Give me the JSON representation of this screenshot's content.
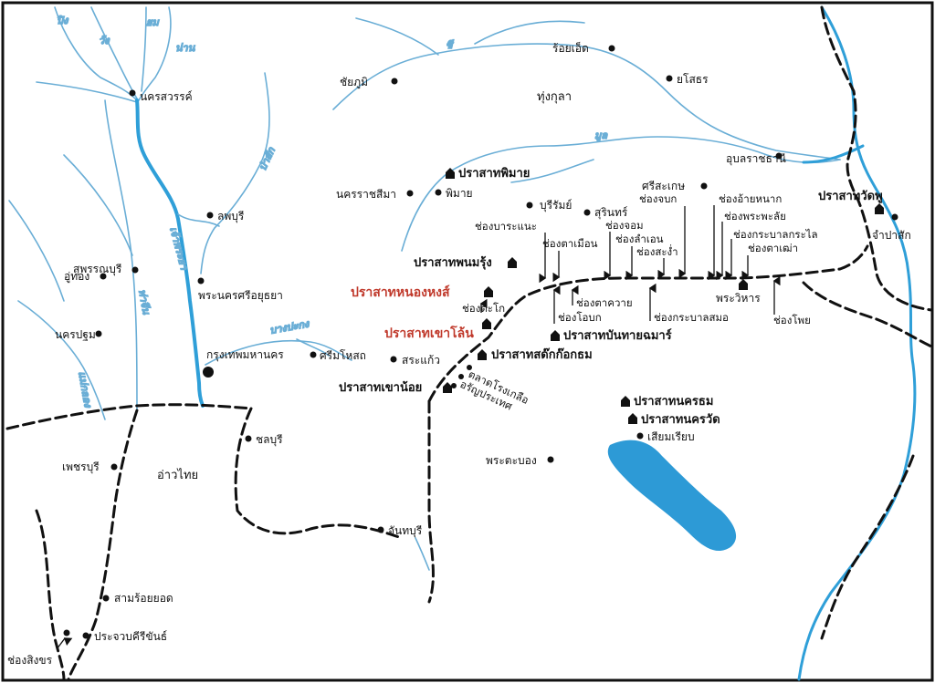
{
  "map": {
    "colors": {
      "river": "#6aaed6",
      "main_river": "#2f9fd8",
      "lake": "#2d9ad6",
      "border": "#111111",
      "highlight": "#c0392b"
    },
    "rivers": {
      "ping": "ปิง",
      "wang": "วัง",
      "yom": "ยม",
      "nan": "น่าน",
      "pasak": "ป่าสัก",
      "chaophraya": "เจ้าพระยา",
      "thachin": "ท่าจีน",
      "maeklong": "แม่กลอง",
      "bangpakong": "บางปะกง",
      "chi": "ชี",
      "mun": "มูล"
    },
    "cities": {
      "nakhonsawan": "นครสวรรค์",
      "lopburi": "ลพบุรี",
      "suphanburi": "สุพรรณบุรี",
      "uthong": "อู่ทอง",
      "nakhonpathom": "นครปฐม",
      "ayutthaya": "พระนครศรีอยุธยา",
      "bangkok": "กรุงเทพมหานคร",
      "simahosot": "ศรีมโหสถ",
      "sakaeo": "สระแก้ว",
      "chonburi": "ชลบุรี",
      "phetchaburi": "เพชรบุรี",
      "samroiyot": "สามร้อยยอด",
      "prachuap": "ประจวบคีรีขันธ์",
      "chanthaburi": "จันทบุรี",
      "chaiyaphum": "ชัยภูมิ",
      "roiet": "ร้อยเอ็ด",
      "yasothon": "ยโสธร",
      "ubon": "อุบลราชธานี",
      "nakhonratchasima": "นครราชสีมา",
      "phimai": "พิมาย",
      "buriram": "บุรีรัมย์",
      "surin": "สุรินทร์",
      "sisaket": "ศรีสะเกษ",
      "champasak": "จำปาสัก",
      "siemreap": "เสียมเรียบ",
      "battambang": "พระตะบอง",
      "aranyaprathet": "อรัญประเทศ"
    },
    "regions": {
      "tungkula": "ทุ่งกุลา",
      "gulf": "อ่าวไทย"
    },
    "temples": {
      "phimai": "ปราสาทพิมาย",
      "phanomrung": "ปราสาทพนมรุ้ง",
      "nongnong": "ปราสาทหนองหงส์",
      "khaolon": "ปราสาทเขาโล้น",
      "sdokkokthom": "ปราสาทสด๊กก๊อกธม",
      "khaonoi": "ปราสาทเขาน้อย",
      "banthaichhmar": "ปราสาทบันทายฉมาร์",
      "angkorthom": "ปราสาทนครธม",
      "angkorwat": "ปราสาทนครวัด",
      "watphu": "ปราสาทวัดพู",
      "preahvihear": "พระวิหาร"
    },
    "passes": {
      "takho": "ช่องตะโก",
      "taladrongkluea": "ตลาดโรงเกลือ",
      "bararnae": "ช่องบาระแนะ",
      "tamuean": "ช่องตาเมือน",
      "chom": "ช่องจอม",
      "chongbok": "ช่องจบก",
      "lamaen": "ช่องลำเอน",
      "sangam": "ช่องสะง่ำ",
      "takrawai": "ช่องตาควาย",
      "obok": "ช่องโอบก",
      "krabalsamo": "ช่องกระบาลสมอ",
      "aenak": "ช่องอ้ายหนาก",
      "praphalai": "ช่องพระพะลัย",
      "krabalkrolai": "ช่องกระบาลกระไล",
      "taothao": "ช่องตาเฒ่า",
      "phoi": "ช่องโพย",
      "singkhon": "ช่องสิงขร"
    }
  }
}
